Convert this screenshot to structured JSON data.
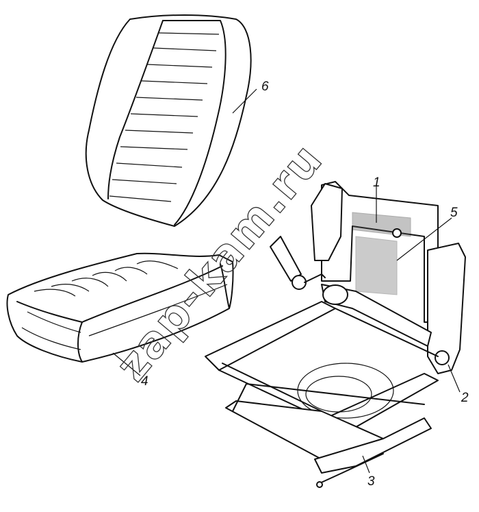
{
  "figure": {
    "labels": [
      {
        "id": "1",
        "text": "1"
      },
      {
        "id": "2",
        "text": "2"
      },
      {
        "id": "3",
        "text": "3"
      },
      {
        "id": "4",
        "text": "4"
      },
      {
        "id": "5",
        "text": "5"
      },
      {
        "id": "6",
        "text": "6"
      }
    ],
    "watermark": "zap-kam.ru"
  }
}
